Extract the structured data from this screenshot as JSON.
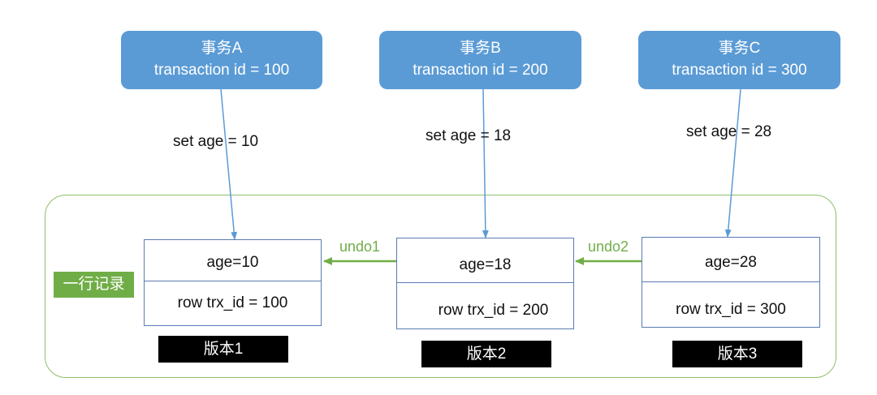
{
  "transactions": [
    {
      "name": "事务A",
      "id_text": "transaction id = 100",
      "set_text": "set age = 10"
    },
    {
      "name": "事务B",
      "id_text": "transaction id = 200",
      "set_text": "set age = 18"
    },
    {
      "name": "事务C",
      "id_text": "transaction id = 300",
      "set_text": "set age = 28"
    }
  ],
  "records": [
    {
      "age": "age=10",
      "trx": "row trx_id = 100",
      "version": "版本1"
    },
    {
      "age": "age=18",
      "trx": "row trx_id = 200",
      "version": "版本2"
    },
    {
      "age": "age=28",
      "trx": "row trx_id = 300",
      "version": "版本3"
    }
  ],
  "undo_links": [
    "undo1",
    "undo2"
  ],
  "row_label": "一行记录",
  "colors": {
    "transaction_fill": "#5b9bd5",
    "arrow_blue": "#5b9bd5",
    "undo_green": "#70ad47",
    "row_label_fill": "#70ad47",
    "container_border": "#8fbf6a",
    "version_fill": "#000000"
  }
}
